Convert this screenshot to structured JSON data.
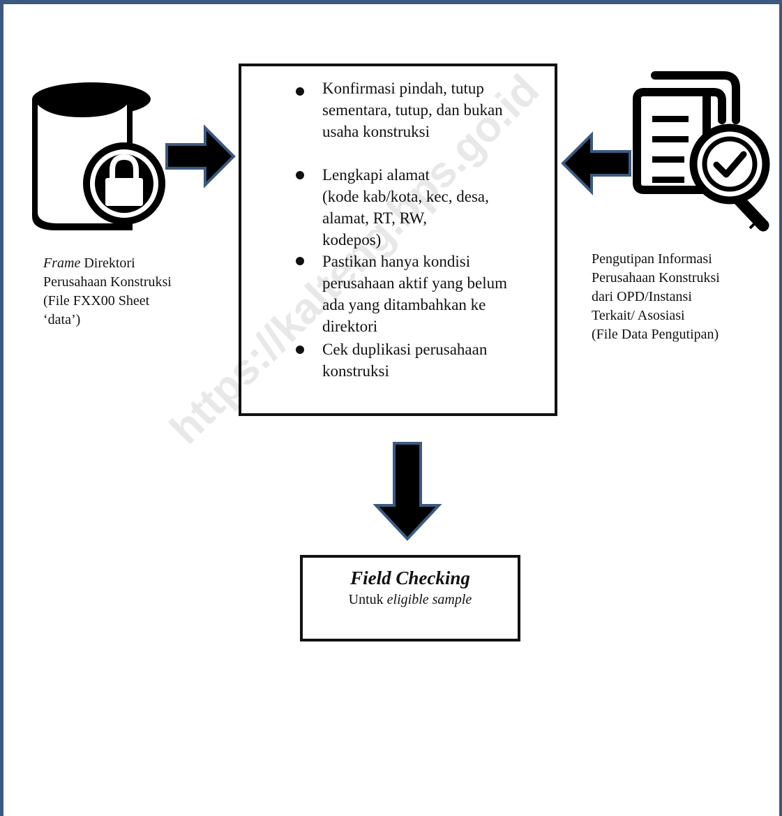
{
  "left_source": {
    "icon": "database-lock-icon",
    "caption_italic": "Frame",
    "caption_rest": " Direktori\nPerusahaan Konstruksi\n(File FXX00 Sheet\n‘data’)"
  },
  "right_source": {
    "icon": "document-search-icon",
    "caption": "Pengutipan Informasi\nPerusahaan Konstruksi\ndari OPD/Instansi\nTerkait/ Asosiasi\n(File Data Pengutipan)"
  },
  "process_steps": [
    "Konfirmasi pindah, tutup\nsementara, tutup, dan bukan\nusaha konstruksi",
    "Lengkapi alamat\n(kode kab/kota, kec, desa,\nalamat, RT, RW,\nkodepos)",
    "Pastikan hanya kondisi\nperusahaan aktif yang belum\nada yang ditambahkan ke\ndirektori",
    "Cek duplikasi perusahaan\nkonstruksi"
  ],
  "output": {
    "title": "Field Checking",
    "subtitle_plain": "Untuk ",
    "subtitle_italic": "eligible sample"
  },
  "watermark": "https://kalteng.bps.go.id",
  "colors": {
    "frame_border": "#3c5a80",
    "arrow_fill": "#000000",
    "arrow_outline": "#3c5a80"
  }
}
